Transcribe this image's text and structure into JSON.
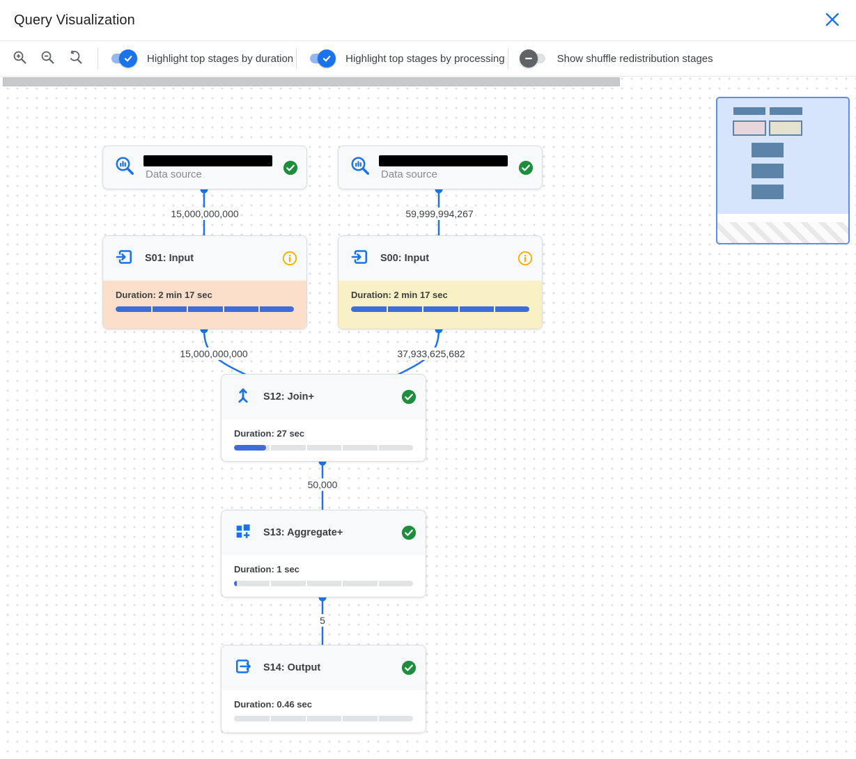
{
  "header": {
    "title": "Query Visualization"
  },
  "toolbar": {
    "zoom_in_icon": "magnifier-plus",
    "zoom_out_icon": "magnifier-minus",
    "zoom_reset_icon": "magnifier-reset",
    "toggles": [
      {
        "label": "Highlight top stages by duration",
        "state": "on"
      },
      {
        "label": "Highlight top stages by processing",
        "state": "on"
      },
      {
        "label": "Show shuffle redistribution stages",
        "state": "off"
      }
    ]
  },
  "graph": {
    "nodes": [
      {
        "id": "data-source-1",
        "type": "data_source",
        "label": "Data source",
        "name_redacted": true,
        "status": "completed"
      },
      {
        "id": "data-source-2",
        "type": "data_source",
        "label": "Data source",
        "name_redacted": true,
        "status": "completed"
      },
      {
        "id": "S01",
        "type": "stage",
        "title": "S01: Input",
        "duration": "Duration: 2 min 17 sec",
        "progress_pct": 100,
        "highlight": "top-by-duration",
        "status": "info"
      },
      {
        "id": "S00",
        "type": "stage",
        "title": "S00: Input",
        "duration": "Duration: 2 min 17 sec",
        "progress_pct": 100,
        "highlight": "top-by-processing",
        "status": "info"
      },
      {
        "id": "S12",
        "type": "stage",
        "title": "S12: Join+",
        "duration": "Duration: 27 sec",
        "progress_pct": 18,
        "highlight": "none",
        "status": "completed"
      },
      {
        "id": "S13",
        "type": "stage",
        "title": "S13: Aggregate+",
        "duration": "Duration: 1 sec",
        "progress_pct": 1.5,
        "highlight": "none",
        "status": "completed"
      },
      {
        "id": "S14",
        "type": "stage",
        "title": "S14: Output",
        "duration": "Duration: 0.46 sec",
        "progress_pct": 0,
        "highlight": "none",
        "status": "completed"
      }
    ],
    "edges": [
      {
        "from": "data-source-1",
        "to": "S01",
        "label": "15,000,000,000"
      },
      {
        "from": "data-source-2",
        "to": "S00",
        "label": "59,999,994,267"
      },
      {
        "from": "S01",
        "to": "S12",
        "label": "15,000,000,000"
      },
      {
        "from": "S00",
        "to": "S12",
        "label": "37,933,625,682"
      },
      {
        "from": "S12",
        "to": "S13",
        "label": "50,000"
      },
      {
        "from": "S13",
        "to": "S14",
        "label": "5"
      }
    ]
  },
  "minimap": {
    "present": true
  },
  "colors": {
    "accent_blue": "#1a73e8",
    "progress_blue": "#3d6dd8",
    "duration_highlight": "#fbdfca",
    "processing_highlight": "#faf0c5",
    "success_green": "#1e8e3e",
    "info_orange": "#f9ab00",
    "minimap_bg": "#d7e5fc",
    "minimap_bar": "#5b84a8"
  }
}
